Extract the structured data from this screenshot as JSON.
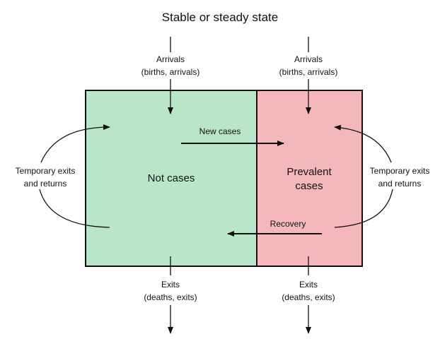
{
  "title": "Stable or steady state",
  "colors": {
    "not_cases": "#b9e6c9",
    "prevalent": "#f4b8bc",
    "stroke": "#111111"
  },
  "boxes": {
    "not_cases": "Not cases",
    "prevalent": [
      "Prevalent",
      "cases"
    ]
  },
  "arrivals": {
    "label": "Arrivals",
    "sub": "(births, arrivals)"
  },
  "exits": {
    "label": "Exits",
    "sub": "(deaths, exits)"
  },
  "flows": {
    "new_cases": "New cases",
    "recovery": "Recovery"
  },
  "temporary": [
    "Temporary exits",
    "and returns"
  ]
}
